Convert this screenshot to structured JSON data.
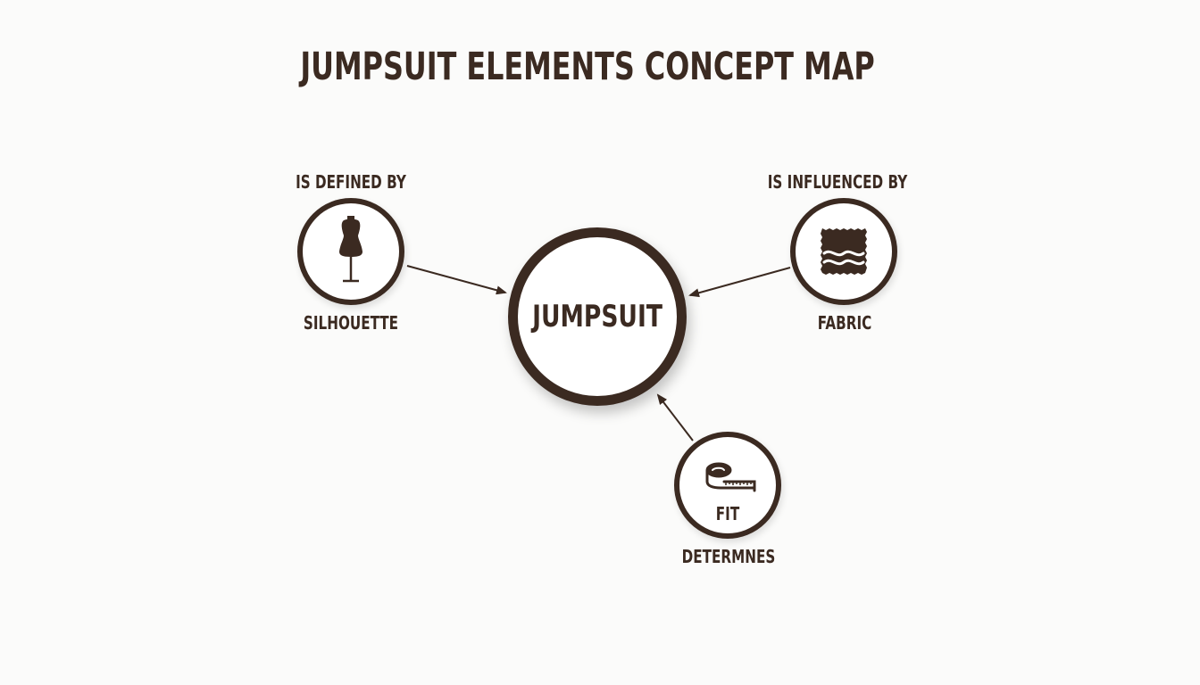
{
  "title": "JUMPSUIT ELEMENTS CONCEPT MAP",
  "colors": {
    "ink": "#3b2a21",
    "background": "#fbfbfa",
    "node_fill": "#ffffff"
  },
  "center_node": {
    "label": "JUMPSUIT"
  },
  "nodes": [
    {
      "id": "silhouette",
      "label": "SILHOUETTE",
      "relation": "IS DEFINED BY",
      "icon": "dress-form-icon"
    },
    {
      "id": "fabric",
      "label": "FABRIC",
      "relation": "IS INFLUENCED BY",
      "icon": "fabric-swatch-icon"
    },
    {
      "id": "fit",
      "label": "FIT",
      "relation": "DETERMNES",
      "icon": "measuring-tape-icon"
    }
  ],
  "edges": [
    {
      "from": "silhouette",
      "to": "jumpsuit"
    },
    {
      "from": "fabric",
      "to": "jumpsuit"
    },
    {
      "from": "fit",
      "to": "jumpsuit"
    }
  ]
}
